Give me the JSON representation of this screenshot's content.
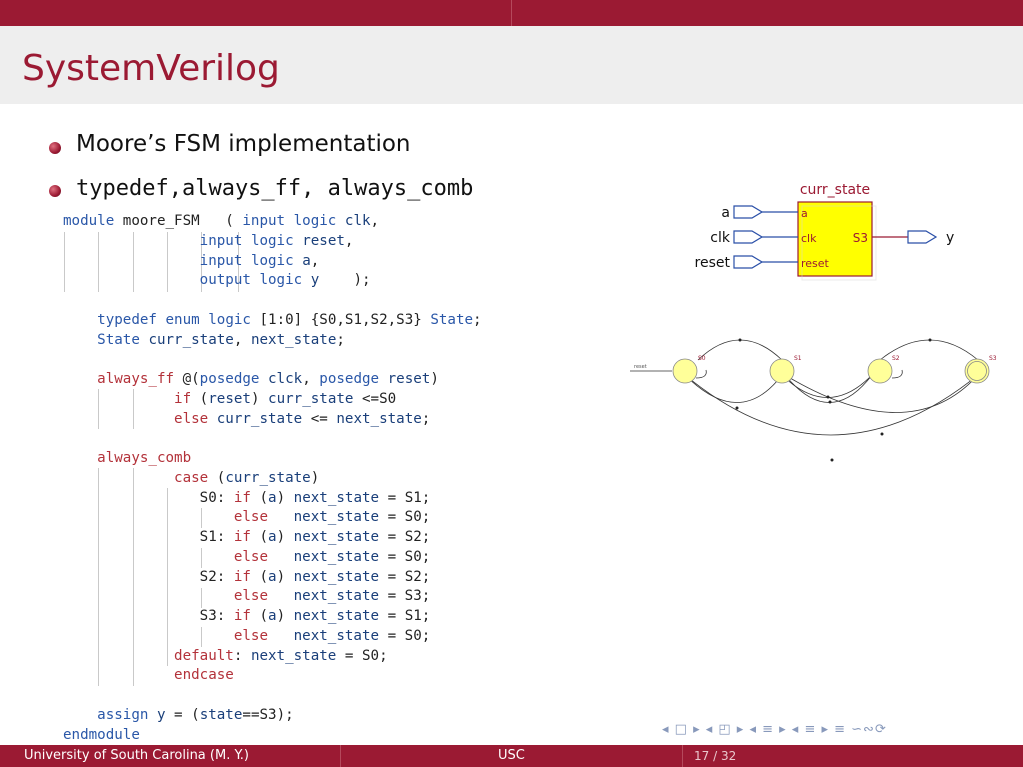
{
  "slide": {
    "title": "SystemVerilog",
    "bullets": [
      "Moore’s FSM implementation",
      "typedef,always_ff, always_comb"
    ]
  },
  "code_lines": [
    [
      [
        "kw",
        "module"
      ],
      [
        "n",
        " moore_FSM   ( "
      ],
      [
        "kw",
        "input"
      ],
      [
        "n",
        " "
      ],
      [
        "kw",
        "logic"
      ],
      [
        "n",
        " "
      ],
      [
        "nv",
        "clk"
      ],
      [
        "n",
        ","
      ]
    ],
    [
      [
        "n",
        "                "
      ],
      [
        "kw",
        "input"
      ],
      [
        "n",
        " "
      ],
      [
        "kw",
        "logic"
      ],
      [
        "n",
        " "
      ],
      [
        "nv",
        "reset"
      ],
      [
        "n",
        ","
      ]
    ],
    [
      [
        "n",
        "                "
      ],
      [
        "kw",
        "input"
      ],
      [
        "n",
        " "
      ],
      [
        "kw",
        "logic"
      ],
      [
        "n",
        " "
      ],
      [
        "nv",
        "a"
      ],
      [
        "n",
        ","
      ]
    ],
    [
      [
        "n",
        "                "
      ],
      [
        "kw",
        "output"
      ],
      [
        "n",
        " "
      ],
      [
        "kw",
        "logic"
      ],
      [
        "n",
        " "
      ],
      [
        "nv",
        "y"
      ],
      [
        "n",
        "    );"
      ]
    ],
    [
      [
        "n",
        ""
      ]
    ],
    [
      [
        "n",
        "    "
      ],
      [
        "kw",
        "typedef"
      ],
      [
        "n",
        " "
      ],
      [
        "kw",
        "enum"
      ],
      [
        "n",
        " "
      ],
      [
        "kw",
        "logic"
      ],
      [
        "n",
        " [1:0] {S0,S1,S2,S3} "
      ],
      [
        "kw",
        "State"
      ],
      [
        "n",
        ";"
      ]
    ],
    [
      [
        "n",
        "    "
      ],
      [
        "kw",
        "State"
      ],
      [
        "n",
        " "
      ],
      [
        "nv",
        "curr_state"
      ],
      [
        "n",
        ", "
      ],
      [
        "nv",
        "next_state"
      ],
      [
        "n",
        ";"
      ]
    ],
    [
      [
        "n",
        ""
      ]
    ],
    [
      [
        "n",
        "    "
      ],
      [
        "rd",
        "always_ff"
      ],
      [
        "n",
        " @("
      ],
      [
        "kw",
        "posedge"
      ],
      [
        "n",
        " "
      ],
      [
        "nv",
        "clck"
      ],
      [
        "n",
        ", "
      ],
      [
        "kw",
        "posedge"
      ],
      [
        "n",
        " "
      ],
      [
        "nv",
        "reset"
      ],
      [
        "n",
        ")"
      ]
    ],
    [
      [
        "n",
        "             "
      ],
      [
        "rd",
        "if"
      ],
      [
        "n",
        " ("
      ],
      [
        "nv",
        "reset"
      ],
      [
        "n",
        ") "
      ],
      [
        "nv",
        "curr_state"
      ],
      [
        "n",
        " <=S0"
      ]
    ],
    [
      [
        "n",
        "             "
      ],
      [
        "rd",
        "else"
      ],
      [
        "n",
        " "
      ],
      [
        "nv",
        "curr_state"
      ],
      [
        "n",
        " <= "
      ],
      [
        "nv",
        "next_state"
      ],
      [
        "n",
        ";"
      ]
    ],
    [
      [
        "n",
        ""
      ]
    ],
    [
      [
        "n",
        "    "
      ],
      [
        "rd",
        "always_comb"
      ]
    ],
    [
      [
        "n",
        "             "
      ],
      [
        "rd",
        "case"
      ],
      [
        "n",
        " ("
      ],
      [
        "nv",
        "curr_state"
      ],
      [
        "n",
        ")"
      ]
    ],
    [
      [
        "n",
        "                S0: "
      ],
      [
        "rd",
        "if"
      ],
      [
        "n",
        " ("
      ],
      [
        "nv",
        "a"
      ],
      [
        "n",
        ") "
      ],
      [
        "nv",
        "next_state"
      ],
      [
        "n",
        " = S1;"
      ]
    ],
    [
      [
        "n",
        "                    "
      ],
      [
        "rd",
        "else"
      ],
      [
        "n",
        "   "
      ],
      [
        "nv",
        "next_state"
      ],
      [
        "n",
        " = S0;"
      ]
    ],
    [
      [
        "n",
        "                S1: "
      ],
      [
        "rd",
        "if"
      ],
      [
        "n",
        " ("
      ],
      [
        "nv",
        "a"
      ],
      [
        "n",
        ") "
      ],
      [
        "nv",
        "next_state"
      ],
      [
        "n",
        " = S2;"
      ]
    ],
    [
      [
        "n",
        "                    "
      ],
      [
        "rd",
        "else"
      ],
      [
        "n",
        "   "
      ],
      [
        "nv",
        "next_state"
      ],
      [
        "n",
        " = S0;"
      ]
    ],
    [
      [
        "n",
        "                S2: "
      ],
      [
        "rd",
        "if"
      ],
      [
        "n",
        " ("
      ],
      [
        "nv",
        "a"
      ],
      [
        "n",
        ") "
      ],
      [
        "nv",
        "next_state"
      ],
      [
        "n",
        " = S2;"
      ]
    ],
    [
      [
        "n",
        "                    "
      ],
      [
        "rd",
        "else"
      ],
      [
        "n",
        "   "
      ],
      [
        "nv",
        "next_state"
      ],
      [
        "n",
        " = S3;"
      ]
    ],
    [
      [
        "n",
        "                S3: "
      ],
      [
        "rd",
        "if"
      ],
      [
        "n",
        " ("
      ],
      [
        "nv",
        "a"
      ],
      [
        "n",
        ") "
      ],
      [
        "nv",
        "next_state"
      ],
      [
        "n",
        " = S1;"
      ]
    ],
    [
      [
        "n",
        "                    "
      ],
      [
        "rd",
        "else"
      ],
      [
        "n",
        "   "
      ],
      [
        "nv",
        "next_state"
      ],
      [
        "n",
        " = S0;"
      ]
    ],
    [
      [
        "n",
        "             "
      ],
      [
        "rd",
        "default"
      ],
      [
        "n",
        ": "
      ],
      [
        "nv",
        "next_state"
      ],
      [
        "n",
        " = S0;"
      ]
    ],
    [
      [
        "n",
        "             "
      ],
      [
        "rd",
        "endcase"
      ]
    ],
    [
      [
        "n",
        ""
      ]
    ],
    [
      [
        "n",
        "    "
      ],
      [
        "kw",
        "assign"
      ],
      [
        "n",
        " "
      ],
      [
        "nv",
        "y"
      ],
      [
        "n",
        " = ("
      ],
      [
        "nv",
        "state"
      ],
      [
        "n",
        "==S3);"
      ]
    ],
    [
      [
        "kw",
        "endmodule"
      ]
    ]
  ],
  "block": {
    "title": "curr_state",
    "inputs": [
      "a",
      "clk",
      "reset"
    ],
    "port_labels": [
      "a",
      "clk",
      "reset"
    ],
    "output_port": "S3",
    "output": "y"
  },
  "fsm": {
    "reset_label": "reset",
    "states": [
      "S0",
      "S1",
      "S2",
      "S3"
    ]
  },
  "footer": {
    "left": "University of South Carolina  (M. Y.)",
    "center": "USC",
    "page": "17 / 32"
  },
  "nav_controls": "◂ □ ▸ ◂ ◰ ▸ ◂ ≡ ▸ ◂ ≡ ▸   ≡   ∽∾⟳"
}
